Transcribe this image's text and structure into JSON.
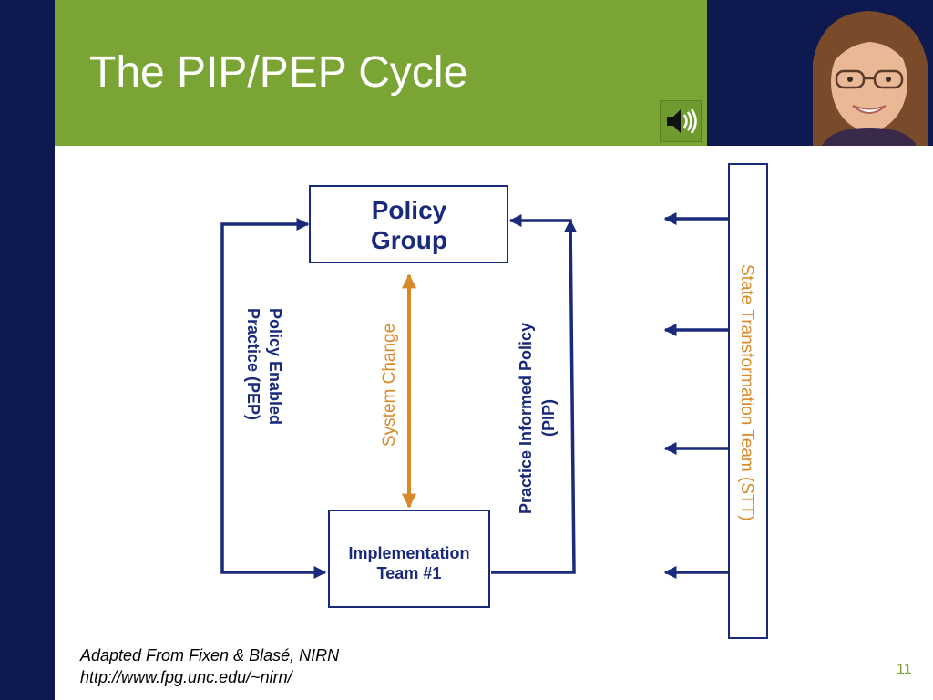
{
  "slide": {
    "title": "The PIP/PEP Cycle",
    "page_number": "11"
  },
  "source": {
    "line1": "Adapted From Fixen & Blasé, NIRN",
    "line2": "http://www.fpg.unc.edu/~nirn/"
  },
  "diagram": {
    "top_box": {
      "line1": "Policy",
      "line2": "Group"
    },
    "bottom_box": {
      "line1": "Implementation",
      "line2": "Team #1"
    },
    "left_label": {
      "line1": "Policy Enabled",
      "line2": "Practice (PEP)"
    },
    "center_label": "System Change",
    "right_label": {
      "line1": "Practice Informed Policy",
      "line2": "(PIP)"
    },
    "stt_label": "State Transformation Team (STT)"
  },
  "icons": {
    "speaker": "speaker-icon",
    "portrait": "presenter-portrait"
  },
  "colors": {
    "navy": "#0e1a4f",
    "green": "#7aa534",
    "arrow_blue": "#1a2a7a",
    "orange": "#d88a2a"
  }
}
